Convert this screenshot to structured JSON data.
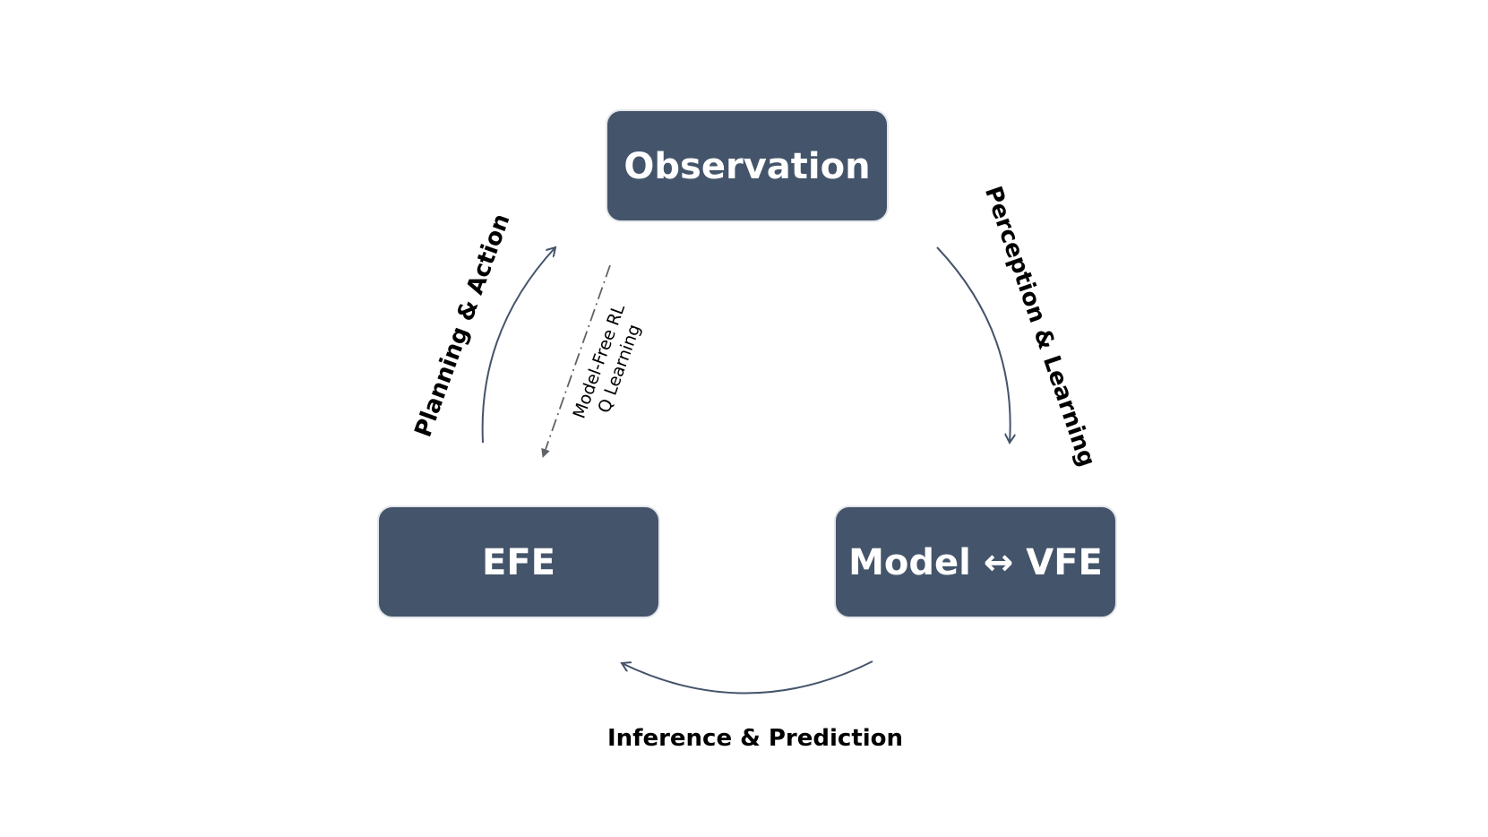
{
  "nodes": {
    "observation": "Observation",
    "efe": "EFE",
    "model_vfe": "Model ↔ VFE"
  },
  "edges": {
    "perception_learning": "Perception & Learning",
    "inference_prediction": "Inference & Prediction",
    "planning_action": "Planning & Action",
    "model_free_line1": "Model-Free RL",
    "model_free_line2": "Q Learning"
  },
  "colors": {
    "node_fill": "#44546a",
    "node_text": "#ffffff",
    "arrow": "#44546a",
    "label_text": "#000000"
  }
}
